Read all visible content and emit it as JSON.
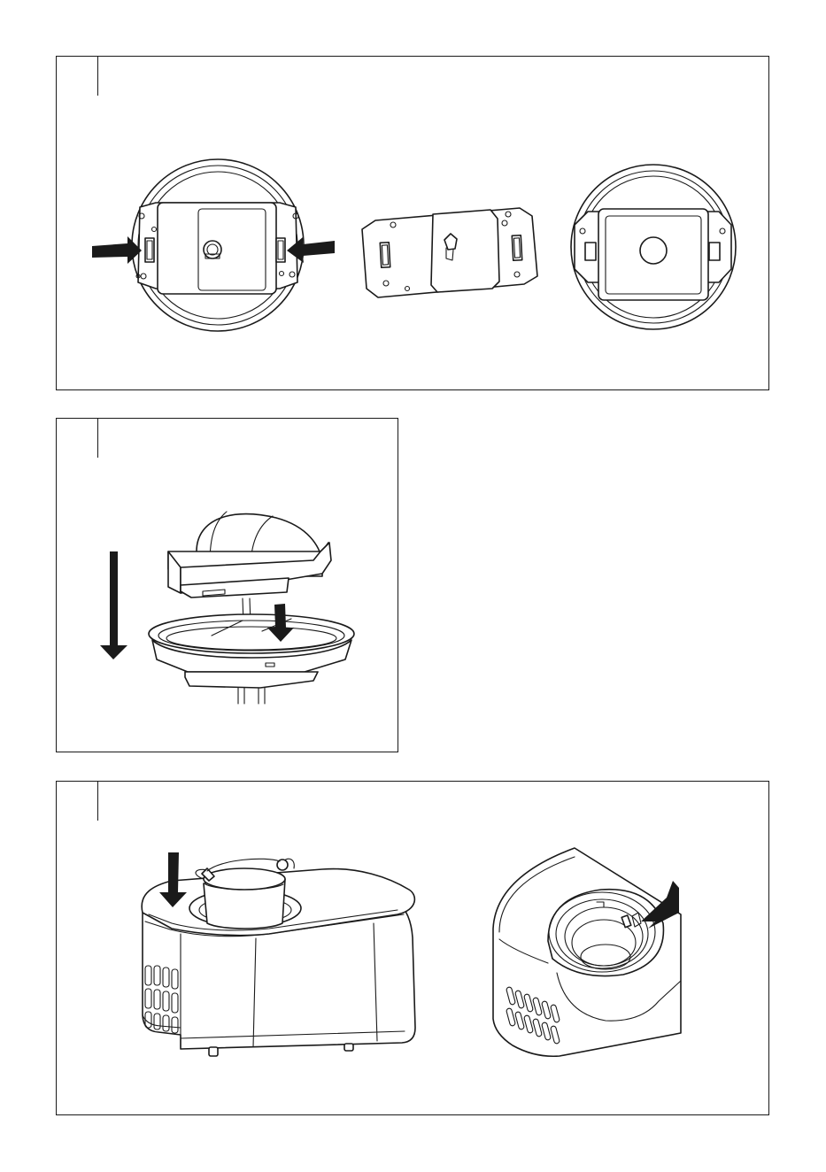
{
  "page": {
    "background": "#ffffff",
    "line_color": "#1a1a1a"
  },
  "panels": [
    {
      "id": "panel-1",
      "step_label": "",
      "illustrations": [
        "lid-underside-with-clips-icon",
        "paddle-motor-plate-icon",
        "lid-underside-clips-removed-icon"
      ],
      "callouts": 2
    },
    {
      "id": "panel-2",
      "step_label": "",
      "illustrations": [
        "motor-unit-onto-lid-icon"
      ],
      "callouts": 2
    },
    {
      "id": "panel-3",
      "step_label": "",
      "illustrations": [
        "ice-cream-maker-with-bowl-icon",
        "bowl-well-closeup-icon"
      ],
      "callouts": 2
    }
  ]
}
